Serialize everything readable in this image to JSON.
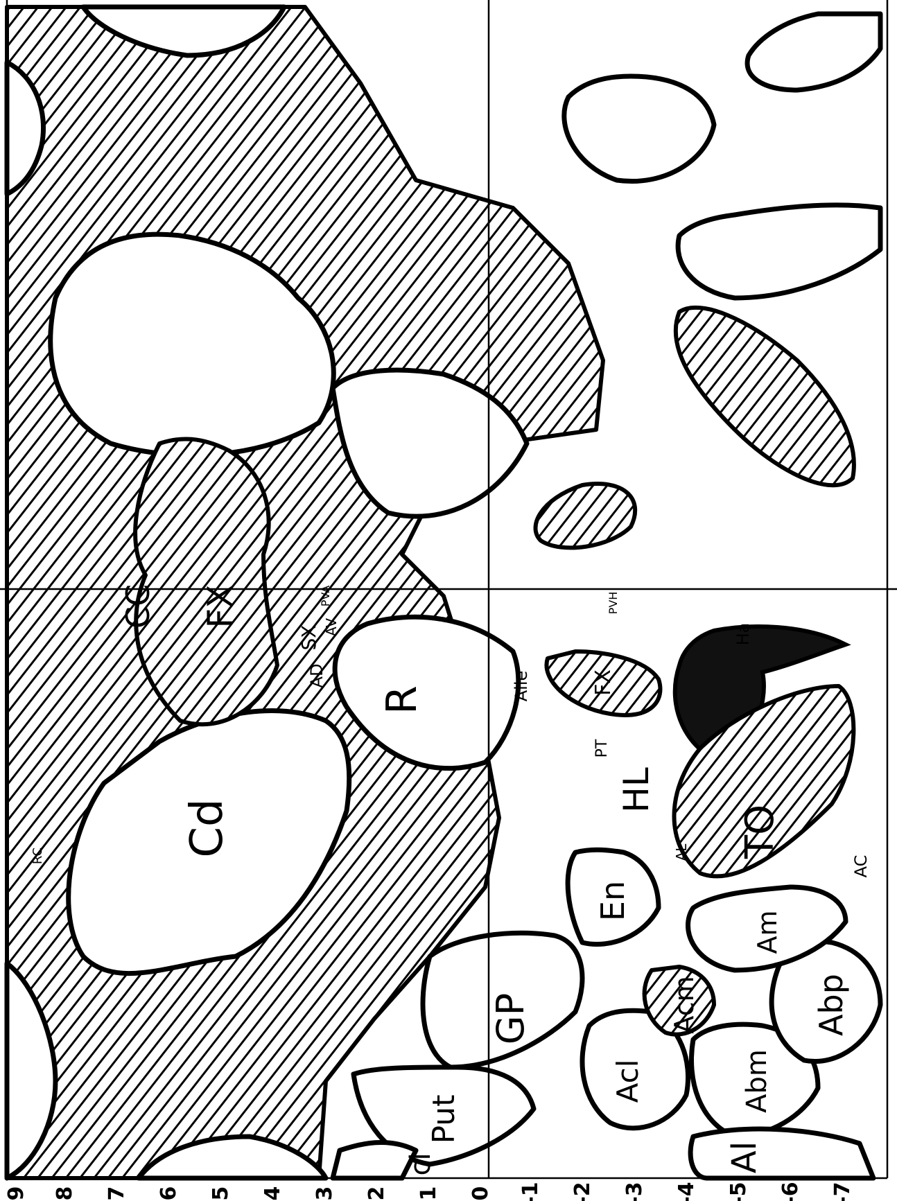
{
  "figure": {
    "regions": [
      {
        "id": "cd",
        "text": "Cd"
      },
      {
        "id": "r",
        "text": "R"
      },
      {
        "id": "cc",
        "text": "CC"
      },
      {
        "id": "fx-upper",
        "text": "FX"
      },
      {
        "id": "fx-lower",
        "text": "FX"
      },
      {
        "id": "gp",
        "text": "GP"
      },
      {
        "id": "put",
        "text": "Put"
      },
      {
        "id": "cl",
        "text": "cl"
      },
      {
        "id": "en",
        "text": "En"
      },
      {
        "id": "hl",
        "text": "HL"
      },
      {
        "id": "to",
        "text": "TO"
      },
      {
        "id": "acl",
        "text": "Acl"
      },
      {
        "id": "acm",
        "text": "Acm"
      },
      {
        "id": "abm",
        "text": "Abm"
      },
      {
        "id": "abp",
        "text": "Abp"
      },
      {
        "id": "am",
        "text": "Am"
      },
      {
        "id": "al",
        "text": "Al"
      },
      {
        "id": "ad",
        "text": "AD"
      },
      {
        "id": "sx",
        "text": "SX"
      },
      {
        "id": "av",
        "text": "AV"
      },
      {
        "id": "pva",
        "text": "PVA"
      },
      {
        "id": "pvh",
        "text": "PVH"
      },
      {
        "id": "alle",
        "text": "Alle"
      },
      {
        "id": "pt",
        "text": "PT"
      },
      {
        "id": "al-small",
        "text": "AL"
      },
      {
        "id": "ha",
        "text": "Ha"
      },
      {
        "id": "ac",
        "text": "AC"
      },
      {
        "id": "rc",
        "text": "RC"
      }
    ],
    "scale_ticks": [
      "9",
      "8",
      "7",
      "6",
      "5",
      "4",
      "3",
      "2",
      "1",
      "0",
      "-1",
      "-2",
      "-3",
      "-4",
      "-5",
      "-6",
      "-7"
    ],
    "colors": {
      "ink": "#000000",
      "paper": "#ffffff",
      "solid_nucleus": "#111111"
    }
  }
}
